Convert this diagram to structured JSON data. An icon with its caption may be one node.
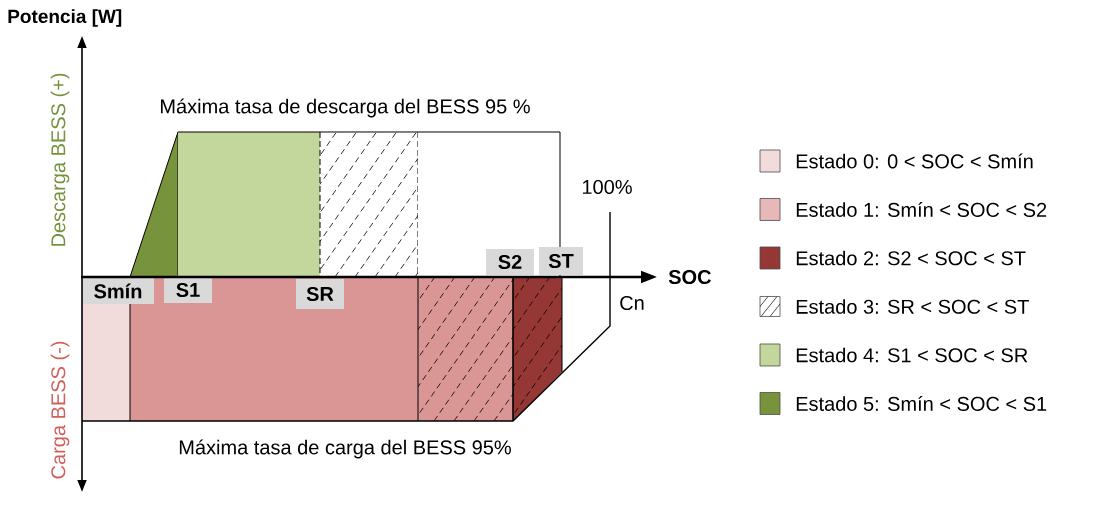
{
  "diagram": {
    "nodes": [
      {
        "text": [],
        "shape": "triangle"
      },
      {
        "text": [],
        "shape": "box"
      },
      {
        "text": [],
        "shape": "box"
      },
      {
        "text": [],
        "shape": "box"
      },
      {
        "text": [
          "S2"
        ],
        "in": 3
      },
      {
        "text": [
          "ST"
        ]
      },
      {
        "text": [],
        "shape": "box"
      },
      {
        "text": [],
        "shape": "box"
      },
      {
        "text": [
          "Smín"
        ]
      },
      {
        "text": [
          "S1"
        ],
        "in": 7
      },
      {
        "text": [
          "SR"
        ],
        "in": 7
      },
      {
        "text": [],
        "shape": "box"
      },
      {
        "text": [],
        "shape": "trapezoid"
      }
    ],
    "edges": [],
    "labels": [
      "Potencia [W]",
      "Descarga BESS (+)",
      "Máxima tasa de descarga del BESS 95 %",
      "100%",
      "SOC",
      "Cn",
      "Carga BESS (-)",
      "Máxima tasa de carga del BESS 95%"
    ],
    "legend": [
      {
        "text": "Estado 0: 0 < SOC < Smín",
        "color": "#f2dcdb"
      },
      {
        "text": "Estado 1: Smín < SOC < S2",
        "color": "#e6b9b8"
      },
      {
        "text": "Estado 2: S2 < SOC < ST",
        "color": "#953735"
      },
      {
        "text": "Estado 3: SR < SOC < ST"
      },
      {
        "text": "Estado 4: S1 < SOC < SR",
        "color": "#c3d69b"
      },
      {
        "text": "Estado 5: Smín < SOC < S1",
        "color": "#77933c"
      }
    ]
  }
}
